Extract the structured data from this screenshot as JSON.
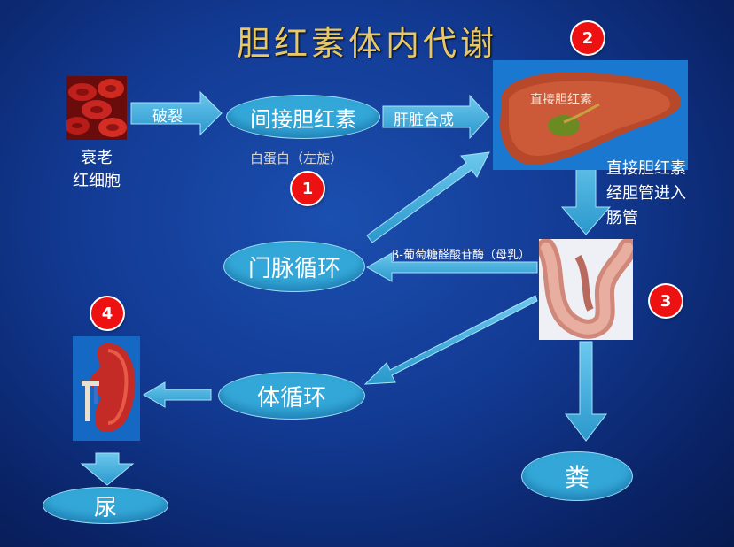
{
  "title": "胆红素体内代谢",
  "nodes": {
    "rbc_line1": "衰老",
    "rbc_line2": "红细胞",
    "indirect_bilirubin": "间接胆红素",
    "albumin_note": "白蛋白（左旋）",
    "portal_circulation": "门脉循环",
    "systemic_circulation": "体循环",
    "feces": "粪",
    "urine": "尿",
    "liver_label": "直接胆红素"
  },
  "edges": {
    "rupture": "破裂",
    "liver_synthesis": "肝脏合成",
    "bile_duct_line1": "直接胆红素",
    "bile_duct_line2": "经胆管进入",
    "bile_duct_line3": "肠管",
    "glucuronidase": "β-葡萄糖醛酸苷酶（母乳）"
  },
  "badges": [
    "1",
    "2",
    "3",
    "4"
  ],
  "colors": {
    "background": "#123a93",
    "title": "#e8c866",
    "oval_fill": "#33a8d8",
    "arrow": "#3fb2df",
    "badge": "#ee1111"
  }
}
